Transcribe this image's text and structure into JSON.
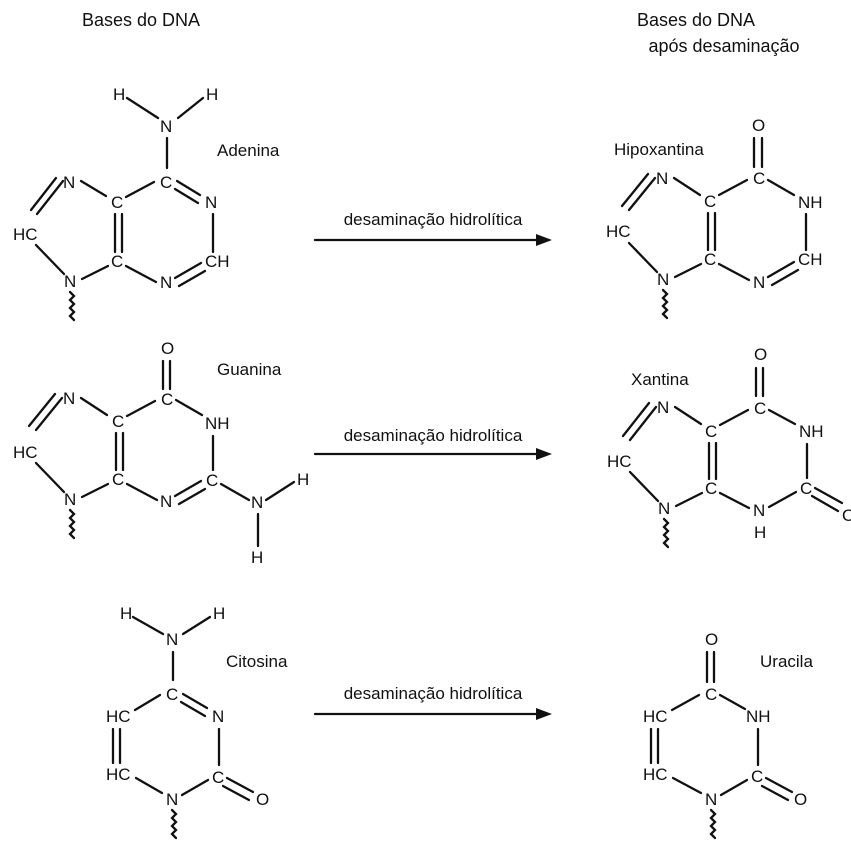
{
  "headers": {
    "left": "Bases do DNA",
    "right_line1": "Bases do DNA",
    "right_line2": "após desaminação"
  },
  "reaction_label": "desaminação hidrolítica",
  "molecules": {
    "adenina": "Adenina",
    "hipoxantina": "Hipoxantina",
    "guanina": "Guanina",
    "xantina": "Xantina",
    "citosina": "Citosina",
    "uracila": "Uracila"
  },
  "atoms": {
    "H": "H",
    "N": "N",
    "C": "C",
    "O": "O",
    "HC": "HC",
    "CH": "CH",
    "NH": "NH"
  }
}
